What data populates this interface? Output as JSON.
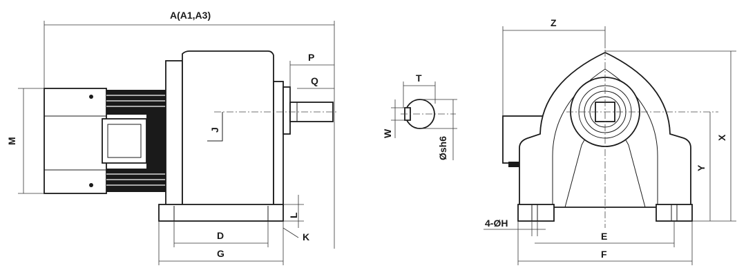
{
  "labels": {
    "overall_length": "A(A1,A3)",
    "height_m": "M",
    "shaft_p": "P",
    "shaft_q": "Q",
    "center_j": "J",
    "foot_l": "L",
    "foot_k": "K",
    "base_d": "D",
    "base_g": "G",
    "key_t": "T",
    "key_w": "W",
    "shaft_diameter": "Øsh6",
    "dim_z": "Z",
    "dim_x": "X",
    "dim_y": "Y",
    "holes": "4-ØH",
    "dim_e": "E",
    "dim_f": "F"
  },
  "colors": {
    "line": "#1a1a1a",
    "background": "#ffffff"
  }
}
